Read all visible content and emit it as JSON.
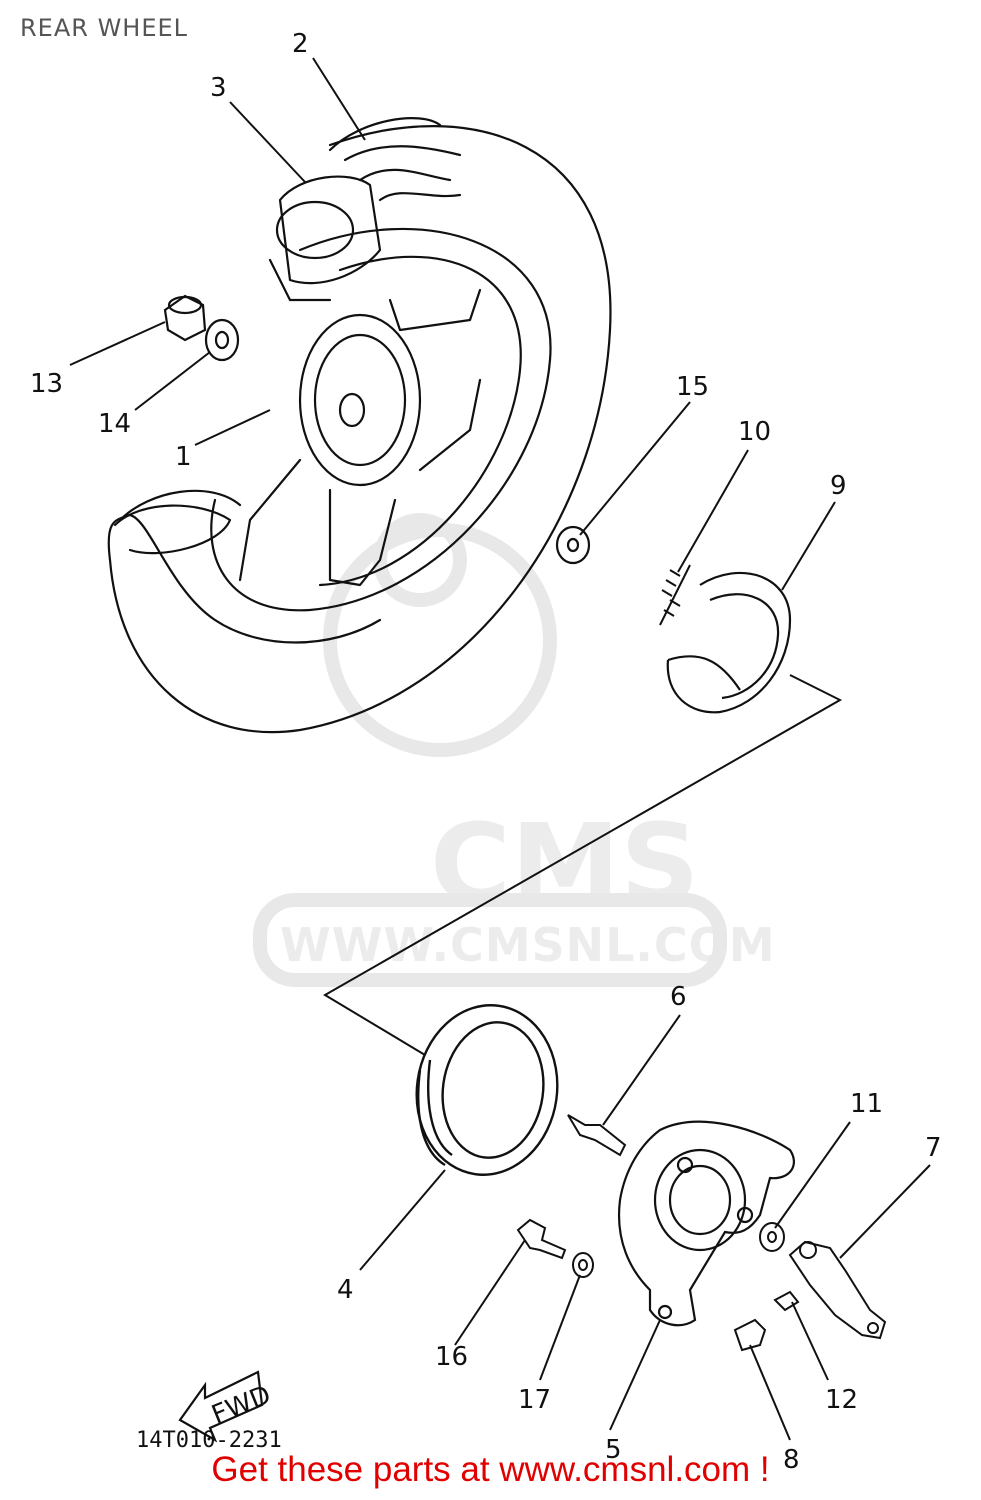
{
  "title": "REAR WHEEL",
  "footer": "Get these parts at www.cmsnl.com !",
  "diagram_code": "14T010-2231",
  "fwd_label": "FWD",
  "watermark": {
    "brand": "CMS",
    "url": "WWW.CMSNL.COM"
  },
  "callouts": [
    "1",
    "2",
    "3",
    "4",
    "5",
    "6",
    "7",
    "8",
    "9",
    "10",
    "11",
    "12",
    "13",
    "14",
    "15",
    "16",
    "17"
  ]
}
